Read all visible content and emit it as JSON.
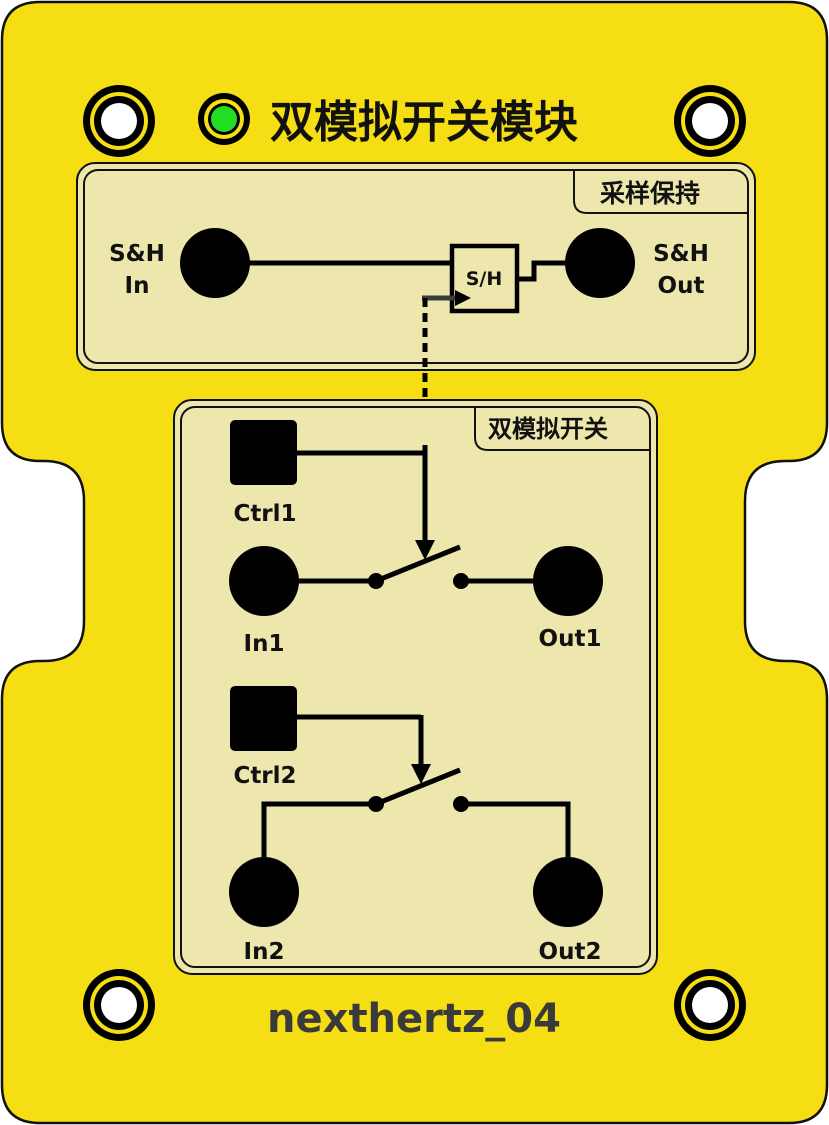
{
  "module": {
    "title": "双模拟开关模块",
    "brand": "nexthertz_04",
    "power_led_color": "#22dd22"
  },
  "colors": {
    "board": "#f5de14",
    "panel": "#ede7ad",
    "wire": "#000000",
    "brand_text": "#3a3a3a"
  },
  "sample_hold": {
    "section_label": "采样保持",
    "input_label_line1": "S&H",
    "input_label_line2": "In",
    "output_label_line1": "S&H",
    "output_label_line2": "Out",
    "block_label": "S/H"
  },
  "analog_switch": {
    "section_label": "双模拟开关",
    "ctrl1_label": "Ctrl1",
    "in1_label": "In1",
    "out1_label": "Out1",
    "ctrl2_label": "Ctrl2",
    "in2_label": "In2",
    "out2_label": "Out2"
  }
}
